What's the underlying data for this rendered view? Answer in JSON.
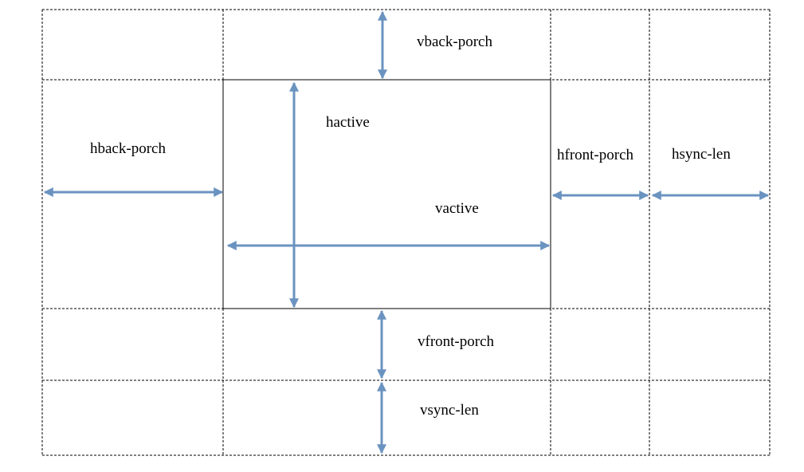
{
  "labels": {
    "vback_porch": "vback-porch",
    "hactive": "hactive",
    "hback_porch": "hback-porch",
    "hfront_porch": "hfront-porch",
    "hsync_len": "hsync-len",
    "vactive": "vactive",
    "vfront_porch": "vfront-porch",
    "vsync_len": "vsync-len"
  },
  "colors": {
    "arrow": "#6b93c0",
    "grid": "#000000",
    "text": "#000000"
  }
}
